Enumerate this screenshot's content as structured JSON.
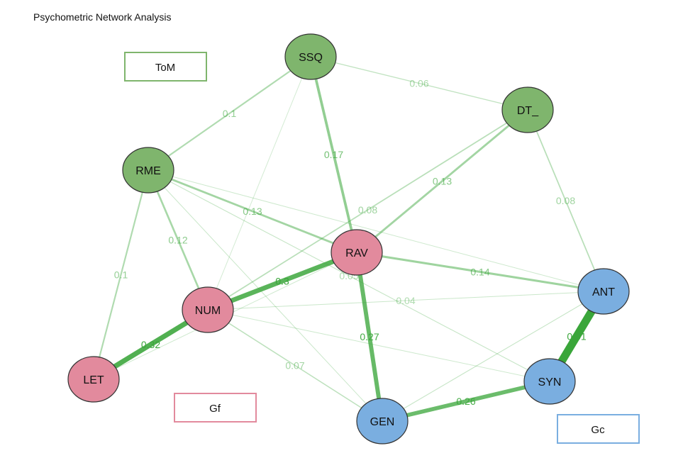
{
  "title": "Psychometric Network Analysis",
  "colors": {
    "tom": "#7fb56d",
    "gf": "#e28a9d",
    "gc": "#7aaee0",
    "edge": "#3aa63a"
  },
  "groups": [
    {
      "id": "tom",
      "label": "ToM"
    },
    {
      "id": "gf",
      "label": "Gf"
    },
    {
      "id": "gc",
      "label": "Gc"
    }
  ],
  "nodes": [
    {
      "id": "SSQ",
      "label": "SSQ",
      "group": "tom"
    },
    {
      "id": "DT_",
      "label": "DT_",
      "group": "tom"
    },
    {
      "id": "RME",
      "label": "RME",
      "group": "tom"
    },
    {
      "id": "RAV",
      "label": "RAV",
      "group": "gf"
    },
    {
      "id": "NUM",
      "label": "NUM",
      "group": "gf"
    },
    {
      "id": "LET",
      "label": "LET",
      "group": "gf"
    },
    {
      "id": "ANT",
      "label": "ANT",
      "group": "gc"
    },
    {
      "id": "SYN",
      "label": "SYN",
      "group": "gc"
    },
    {
      "id": "GEN",
      "label": "GEN",
      "group": "gc"
    }
  ],
  "edges": [
    {
      "from": "SSQ",
      "to": "DT_",
      "weight": 0.06,
      "label": "0.06"
    },
    {
      "from": "SSQ",
      "to": "RME",
      "weight": 0.1,
      "label": "0.1"
    },
    {
      "from": "SSQ",
      "to": "RAV",
      "weight": 0.17,
      "label": "0.17"
    },
    {
      "from": "SSQ",
      "to": "NUM",
      "weight": 0.02,
      "label": ""
    },
    {
      "from": "DT_",
      "to": "RAV",
      "weight": 0.13,
      "label": "0.13"
    },
    {
      "from": "DT_",
      "to": "NUM",
      "weight": 0.08,
      "label": "0.08"
    },
    {
      "from": "DT_",
      "to": "ANT",
      "weight": 0.08,
      "label": "0.08"
    },
    {
      "from": "RME",
      "to": "RAV",
      "weight": 0.13,
      "label": "0.13"
    },
    {
      "from": "RME",
      "to": "NUM",
      "weight": 0.12,
      "label": "0.12"
    },
    {
      "from": "RME",
      "to": "LET",
      "weight": 0.1,
      "label": "0.1"
    },
    {
      "from": "RME",
      "to": "ANT",
      "weight": 0.03,
      "label": ""
    },
    {
      "from": "RME",
      "to": "SYN",
      "weight": 0.05,
      "label": "0.05"
    },
    {
      "from": "RME",
      "to": "GEN",
      "weight": 0.04,
      "label": ""
    },
    {
      "from": "RAV",
      "to": "NUM",
      "weight": 0.3,
      "label": "0.3"
    },
    {
      "from": "RAV",
      "to": "GEN",
      "weight": 0.27,
      "label": "0.27"
    },
    {
      "from": "RAV",
      "to": "ANT",
      "weight": 0.14,
      "label": "0.14"
    },
    {
      "from": "RAV",
      "to": "LET",
      "weight": 0.03,
      "label": ""
    },
    {
      "from": "NUM",
      "to": "LET",
      "weight": 0.32,
      "label": "0.32"
    },
    {
      "from": "NUM",
      "to": "ANT",
      "weight": 0.04,
      "label": "0.04"
    },
    {
      "from": "NUM",
      "to": "GEN",
      "weight": 0.07,
      "label": "0.07"
    },
    {
      "from": "NUM",
      "to": "SYN",
      "weight": 0.03,
      "label": ""
    },
    {
      "from": "ANT",
      "to": "SYN",
      "weight": 0.51,
      "label": "0.51"
    },
    {
      "from": "ANT",
      "to": "GEN",
      "weight": 0.05,
      "label": ""
    },
    {
      "from": "SYN",
      "to": "GEN",
      "weight": 0.26,
      "label": "0.26"
    }
  ]
}
